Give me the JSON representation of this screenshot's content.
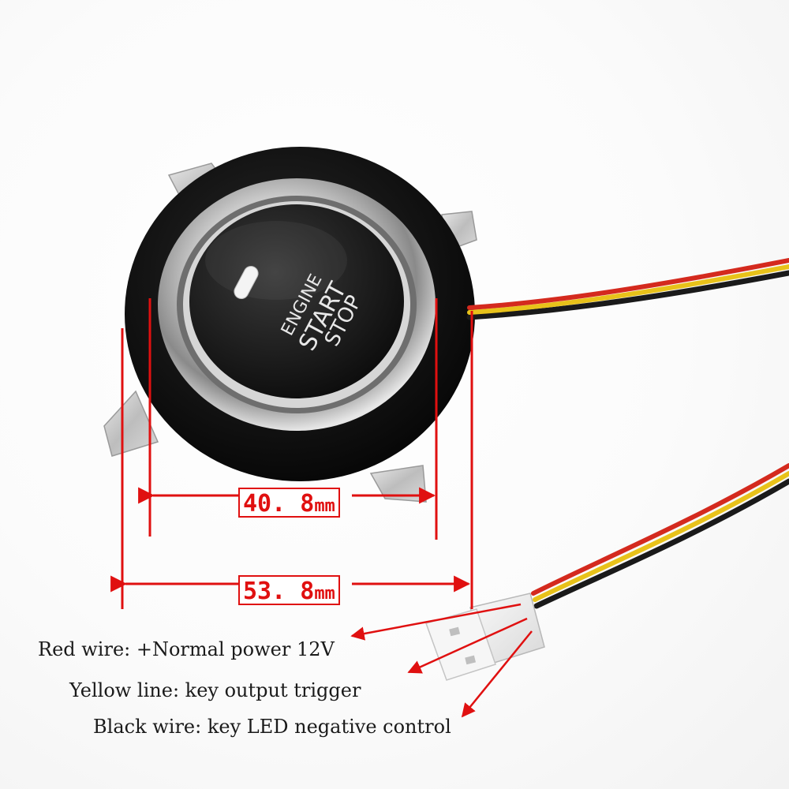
{
  "button": {
    "engine_label": "ENGINE",
    "start_label": "START",
    "stop_label": "STOP"
  },
  "dimensions": {
    "inner": {
      "value": "40. 8",
      "unit": "mm"
    },
    "outer": {
      "value": "53. 8",
      "unit": "mm"
    }
  },
  "wires": {
    "red_caption": "Red wire: +Normal power 12V",
    "yellow_caption": "Yellow line: key output trigger",
    "black_caption": "Black wire: key LED negative control"
  },
  "colors": {
    "annotation": "#e01010",
    "bezel": "#111111",
    "chrome": "#c8c8c8",
    "button_face": "#1c1c1c",
    "wire_red": "#d42a1e",
    "wire_yellow": "#e8c21a",
    "wire_black": "#1a1a1a"
  }
}
